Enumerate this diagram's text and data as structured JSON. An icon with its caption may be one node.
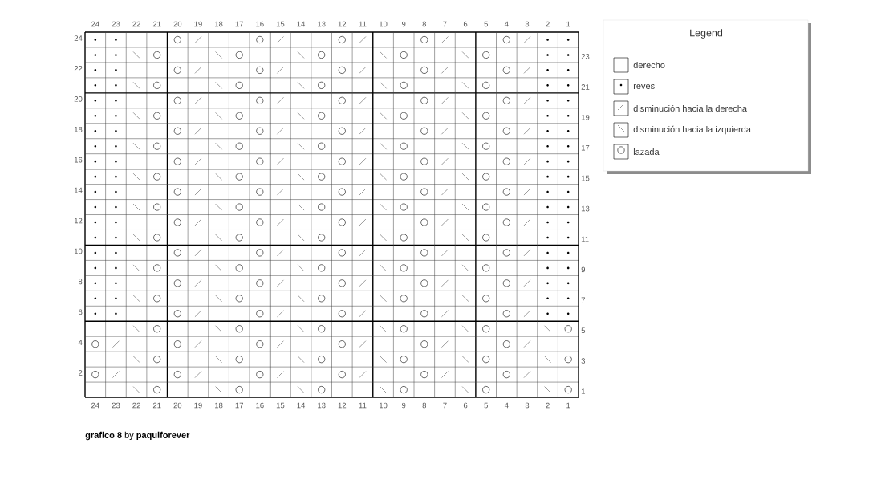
{
  "diagram": {
    "caption": "**grafico 8** by **paquiforever**",
    "labels": [
      "24",
      "23",
      "22",
      "21",
      "20",
      "19",
      "18",
      "17",
      "16",
      "15",
      "14",
      "13",
      "12",
      "11",
      "10",
      "9",
      "8",
      "7",
      "6",
      "5",
      "4",
      "3",
      "2",
      "1",
      "24",
      "23",
      "22",
      "21",
      "20",
      "19",
      "18",
      "17",
      "16",
      "15",
      "14",
      "13",
      "12",
      "11",
      "10",
      "9",
      "8",
      "7",
      "6",
      "5",
      "4",
      "3",
      "2",
      "1",
      "24",
      "23",
      "22",
      "21",
      "20",
      "19",
      "18",
      "17",
      "16",
      "15",
      "14",
      "13",
      "12",
      "11",
      "10",
      "9",
      "8",
      "7",
      "6",
      "5",
      "4",
      "3",
      "2",
      "1",
      "Legend"
    ],
    "legend": [
      {
        "text": "derecho"
      },
      {
        "text": "reves"
      },
      {
        "text": "disminución hacia la derecha"
      },
      {
        "text": "disminución hacia la izquierda"
      },
      {
        "text": "lazada"
      }
    ]
  }
}
